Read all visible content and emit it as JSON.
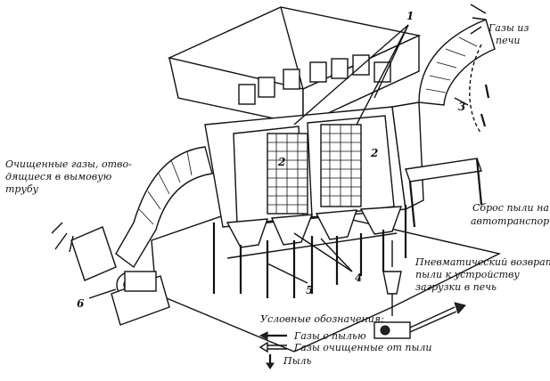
{
  "labels": {
    "furnace_gases": "Газы из печи",
    "cleaned_gases": "Очищенные газы, отводящиеся в вымовую трубу",
    "dust_discharge": "Сброс пыли на автотранспорт",
    "pneumatic_return": "Пневматический возврат пыли к устройству загрузки в печь"
  },
  "callouts": {
    "n1": "1",
    "n2a": "2",
    "n2b": "2",
    "n3": "3",
    "n4": "4",
    "n5": "5",
    "n6": "6"
  },
  "legend": {
    "title": "Условные обозначения:",
    "items": [
      {
        "label": "Газы с пылью"
      },
      {
        "label": "Газы очищенные от пыли"
      },
      {
        "label": "Пыль"
      }
    ]
  }
}
